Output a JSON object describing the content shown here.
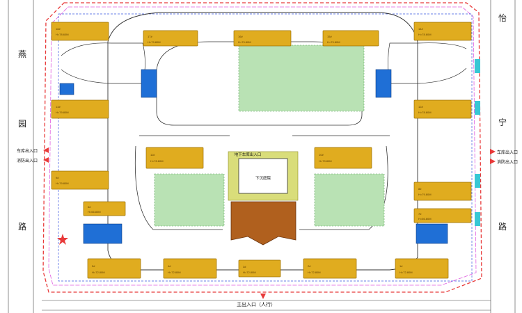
{
  "roads": {
    "west": [
      "燕",
      "园",
      "路"
    ],
    "east": [
      "怡",
      "宁",
      "路"
    ]
  },
  "gates": {
    "main": "主出入口（人行）",
    "east_garage": "车库出入口",
    "east_fire": "消防出入口",
    "west_garage": "车库出入口",
    "west_fire": "消防出入口"
  },
  "center": {
    "plaza_label": "下沉庭院",
    "garage_note": "地下车库出入口"
  },
  "buildings": [
    {
      "code": "18#",
      "level": "H=78.60M"
    },
    {
      "code": "17#",
      "level": "H=79.80M"
    },
    {
      "code": "16#",
      "level": "H=79.80M"
    },
    {
      "code": "15#",
      "level": "H=79.80M"
    },
    {
      "code": "14#",
      "level": "H=78.60M"
    },
    {
      "code": "13#",
      "level": "H=79.80M"
    },
    {
      "code": "12#",
      "level": "H=78.60M"
    },
    {
      "code": "11#",
      "level": "H=78.60M"
    },
    {
      "code": "10#",
      "level": "H=79.80M"
    },
    {
      "code": "9#",
      "level": "H=79.80M"
    },
    {
      "code": "8#",
      "level": "H=79.80M"
    },
    {
      "code": "7#",
      "level": "H=66.80M"
    },
    {
      "code": "6#",
      "level": "H=66.80M"
    },
    {
      "code": "5#",
      "level": "H=72.80M"
    },
    {
      "code": "4#",
      "level": "H=72.80M"
    },
    {
      "code": "3#",
      "level": "H=72.80M"
    },
    {
      "code": "2#",
      "level": "H=72.80M"
    },
    {
      "code": "1#",
      "level": "H=72.80M"
    }
  ],
  "colors": {
    "building": "#e0ac1f",
    "building_edge": "#9a6f00",
    "green": "#b9e2b4",
    "lot": "#d9dd7a",
    "roof": "#b0601e",
    "service": "#1f6fd6",
    "road_line": "#333333",
    "boundary_red": "#e83a3a",
    "boundary_pink": "#e05ce0",
    "boundary_blue": "#3a55e0",
    "teal": "#38c7d4"
  }
}
